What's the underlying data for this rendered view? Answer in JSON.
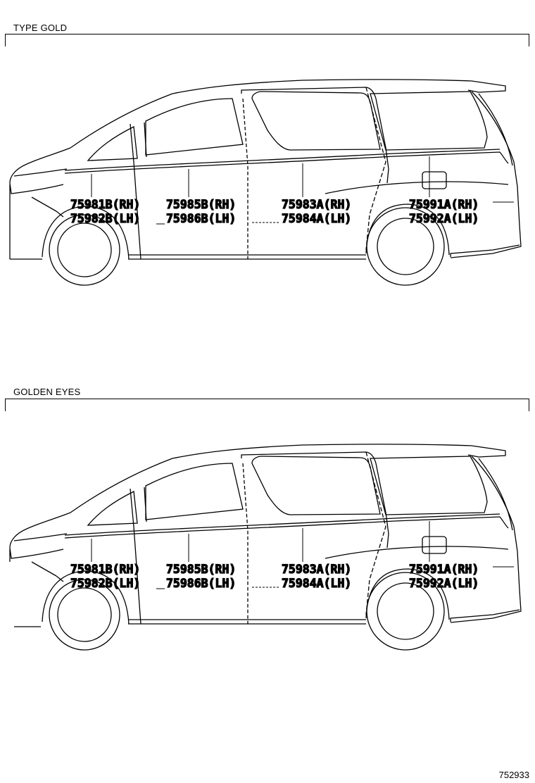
{
  "sections": [
    {
      "title": "TYPE GOLD",
      "labels": {
        "p1_rh": "75981B(RH)",
        "p1_lh": "75982B(LH)",
        "p2_rh": "75985B(RH)",
        "p2_lh": "75986B(LH)",
        "p3_rh": "75983A(RH)",
        "p3_lh": "75984A(LH)",
        "p4_rh": "75991A(RH)",
        "p4_lh": "75992A(LH)"
      }
    },
    {
      "title": "GOLDEN EYES",
      "labels": {
        "p1_rh": "75981B(RH)",
        "p1_lh": "75982B(LH)",
        "p2_rh": "75985B(RH)",
        "p2_lh": "75986B(LH)",
        "p3_rh": "75983A(RH)",
        "p3_lh": "75984A(LH)",
        "p4_rh": "75991A(RH)",
        "p4_lh": "75992A(LH)"
      }
    }
  ],
  "reference_number": "752933"
}
